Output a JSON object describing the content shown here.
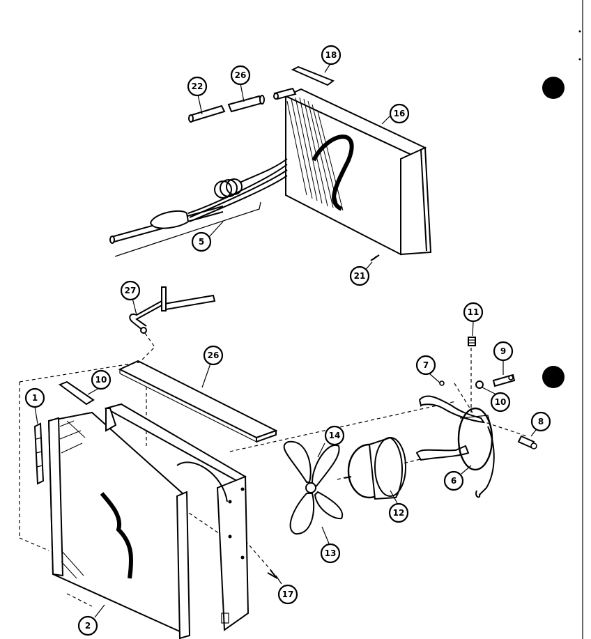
{
  "diagram": {
    "callouts": [
      {
        "id": "c22",
        "label": "22"
      },
      {
        "id": "c26a",
        "label": "26"
      },
      {
        "id": "c18a",
        "label": "18"
      },
      {
        "id": "c16",
        "label": "16"
      },
      {
        "id": "c5",
        "label": "5"
      },
      {
        "id": "c21",
        "label": "21"
      },
      {
        "id": "c27",
        "label": "27"
      },
      {
        "id": "c11",
        "label": "11"
      },
      {
        "id": "c9",
        "label": "9"
      },
      {
        "id": "c7",
        "label": "7"
      },
      {
        "id": "c10a",
        "label": "10"
      },
      {
        "id": "c8",
        "label": "8"
      },
      {
        "id": "c26b",
        "label": "26"
      },
      {
        "id": "c10b",
        "label": "10"
      },
      {
        "id": "c1",
        "label": "1"
      },
      {
        "id": "c14",
        "label": "14"
      },
      {
        "id": "c12",
        "label": "12"
      },
      {
        "id": "c6",
        "label": "6"
      },
      {
        "id": "c13",
        "label": "13"
      },
      {
        "id": "c17",
        "label": "17"
      },
      {
        "id": "c2",
        "label": "2"
      }
    ]
  }
}
